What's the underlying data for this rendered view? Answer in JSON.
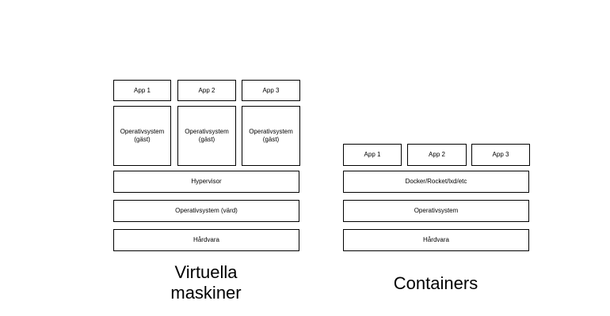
{
  "vm": {
    "apps": [
      "App 1",
      "App 2",
      "App 3"
    ],
    "guest_os": [
      "Operativsystem\n(gäst)",
      "Operativsystem\n(gäst)",
      "Operativsystem\n(gäst)"
    ],
    "hypervisor": "Hypervisor",
    "host_os": "Operativsystem (värd)",
    "hardware": "Hårdvara",
    "caption": "Virtuella\nmaskiner"
  },
  "containers": {
    "apps": [
      "App 1",
      "App 2",
      "App 3"
    ],
    "runtime": "Docker/Rocket/lxd/etc",
    "os": "Operativsystem",
    "hardware": "Hårdvara",
    "caption": "Containers"
  }
}
